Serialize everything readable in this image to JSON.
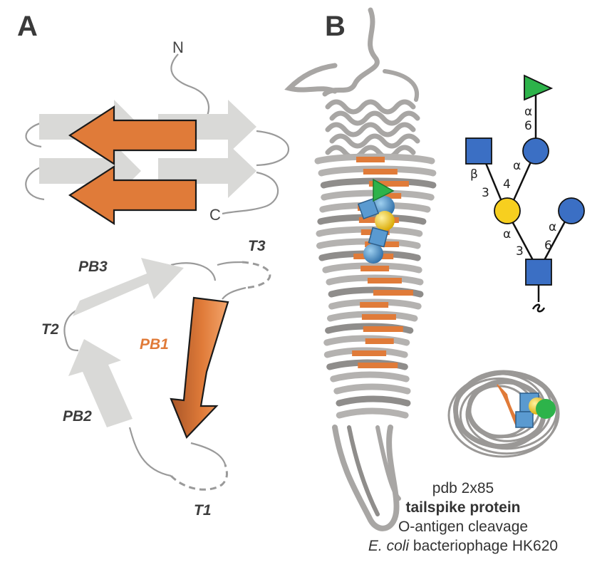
{
  "panels": {
    "a": "A",
    "b": "B"
  },
  "panel_a": {
    "n_terminus": "N",
    "c_terminus": "C",
    "strands": {
      "pb1": "PB1",
      "pb2": "PB2",
      "pb3": "PB3"
    },
    "turns": {
      "t1": "T1",
      "t2": "T2",
      "t3": "T3"
    }
  },
  "glycan": {
    "linkages": {
      "gal_fuc_anomer": "α",
      "gal_fuc_position": "6",
      "glc_anomer": "β",
      "glc_position": "3",
      "mid_anomer": "α",
      "mid_position": "4",
      "central_anomer": "α",
      "central_position": "3",
      "right_anomer": "α",
      "right_position": "6"
    }
  },
  "caption": {
    "pdb": "pdb 2x85",
    "protein": "tailspike protein",
    "function": "O-antigen cleavage",
    "organism_italic": "E. coli",
    "organism_rest": " bacteriophage HK620"
  },
  "colors": {
    "orange": "#e07b39",
    "gray_arrow": "#d9d9d7",
    "loop": "#9a9a9a",
    "glc_blue": "#3b6fc4",
    "gal_yellow": "#f7cf1f",
    "fuc_green": "#2db34a",
    "sphere_blue": "#4a93cc"
  }
}
